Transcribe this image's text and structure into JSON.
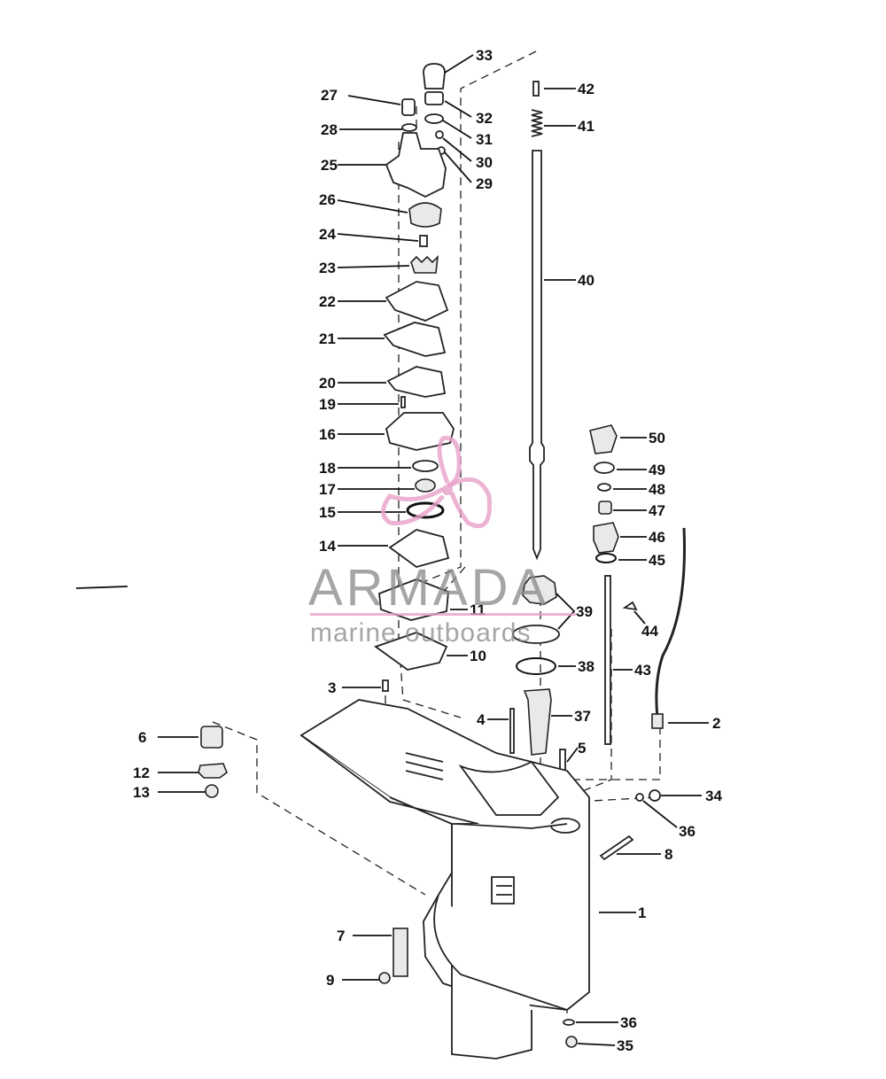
{
  "watermark": {
    "brand": "ARMADA",
    "tagline": "marine outboards",
    "brand_color": "#e8a0c8"
  },
  "callouts": [
    "33",
    "27",
    "32",
    "28",
    "31",
    "30",
    "25",
    "29",
    "26",
    "24",
    "23",
    "22",
    "21",
    "20",
    "19",
    "16",
    "18",
    "17",
    "15",
    "14",
    "42",
    "41",
    "40",
    "50",
    "49",
    "48",
    "47",
    "46",
    "45",
    "11",
    "39",
    "44",
    "10",
    "38",
    "43",
    "3",
    "37",
    "4",
    "6",
    "2",
    "5",
    "12",
    "13",
    "34",
    "36",
    "8",
    "1",
    "7",
    "9",
    "36",
    "35"
  ]
}
